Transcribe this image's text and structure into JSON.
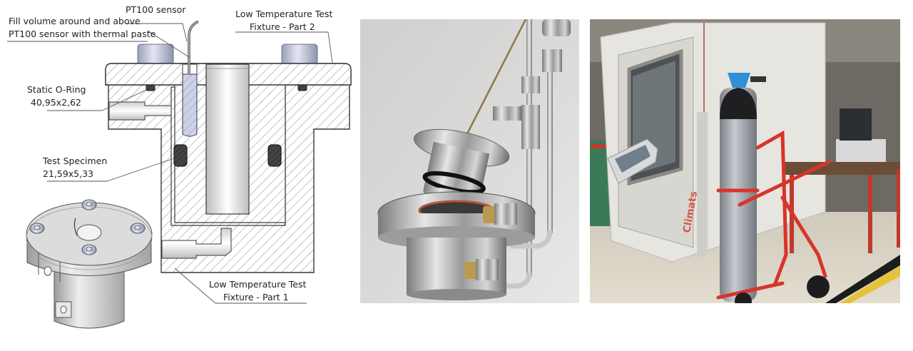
{
  "figure": {
    "panels": [
      {
        "id": "cad-drawing",
        "type": "technical-section-drawing",
        "labels": {
          "pt100_sensor": "PT100 sensor",
          "fill_volume_line1": "Fill volume around and above",
          "fill_volume_line2": "PT100 sensor with thermal paste",
          "part2_line1": "Low Temperature Test",
          "part2_line2": "Fixture - Part 2",
          "oring_line1": "Static O-Ring",
          "oring_line2": "40,95x2,62",
          "specimen_line1": "Test Specimen",
          "specimen_line2": "21,59x5,33",
          "part1_line1": "Low Temperature Test",
          "part1_line2": "Fixture - Part 1"
        }
      },
      {
        "id": "fixture-photo",
        "type": "photo",
        "description": "Stainless steel low temperature test fixture with flange, O-ring, thermocouple probe and tube fittings"
      },
      {
        "id": "chamber-photo",
        "type": "photo",
        "description": "Climatic test chamber with gas cylinder on red trolley and measurement bench",
        "chamber_brand": "Climats"
      }
    ],
    "colors": {
      "hatch": "#8a8a8a",
      "outline": "#3a3a3a",
      "oring": "#3b3b3b",
      "bolt": "#b9bfd6",
      "sensor": "#cdd2ea",
      "photo_bg": "#d8d8d6",
      "chamber": "#e6e4df",
      "trolley": "#d8342b",
      "cylinder_cap": "#2f8fd8"
    }
  }
}
